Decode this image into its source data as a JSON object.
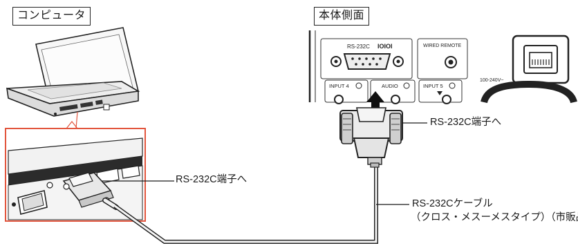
{
  "labels": {
    "computer": "コンピュータ",
    "projector_side": "本体側面"
  },
  "callouts": {
    "pc_port": "RS-232C端子へ",
    "projector_port": "RS-232C端子へ",
    "cable_name": "RS-232Cケーブル",
    "cable_note": "（クロス・メスーメスタイプ）（市販品）"
  },
  "panel_text": {
    "rs232c": "RS-232C",
    "rs232c_symbol": "IOIOI",
    "wired_remote": "WIRED REMOTE",
    "input4": "INPUT 4",
    "audio": "AUDIO",
    "input5": "INPUT 5",
    "voltage": "100-240V~"
  },
  "colors": {
    "highlight_border": "#e2553d",
    "line": "#1a1a1a",
    "panel_bg": "#ffffff",
    "dark": "#2b2b2b"
  }
}
